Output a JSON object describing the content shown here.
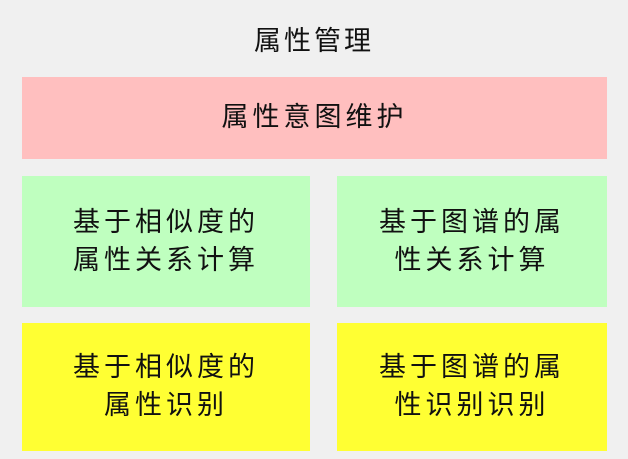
{
  "title": "属性管理",
  "top_box": {
    "label": "属性意图维护",
    "color": "#ffbfbf"
  },
  "middle_row": [
    {
      "label": "基于相似度的\n属性关系计算",
      "color": "#bfffbf"
    },
    {
      "label": "基于图谱的属\n性关系计算",
      "color": "#bfffbf"
    }
  ],
  "bottom_row": [
    {
      "label": "基于相似度的\n属性识别",
      "color": "#ffff33"
    },
    {
      "label": "基于图谱的属\n性识别识别",
      "color": "#ffff33"
    }
  ]
}
